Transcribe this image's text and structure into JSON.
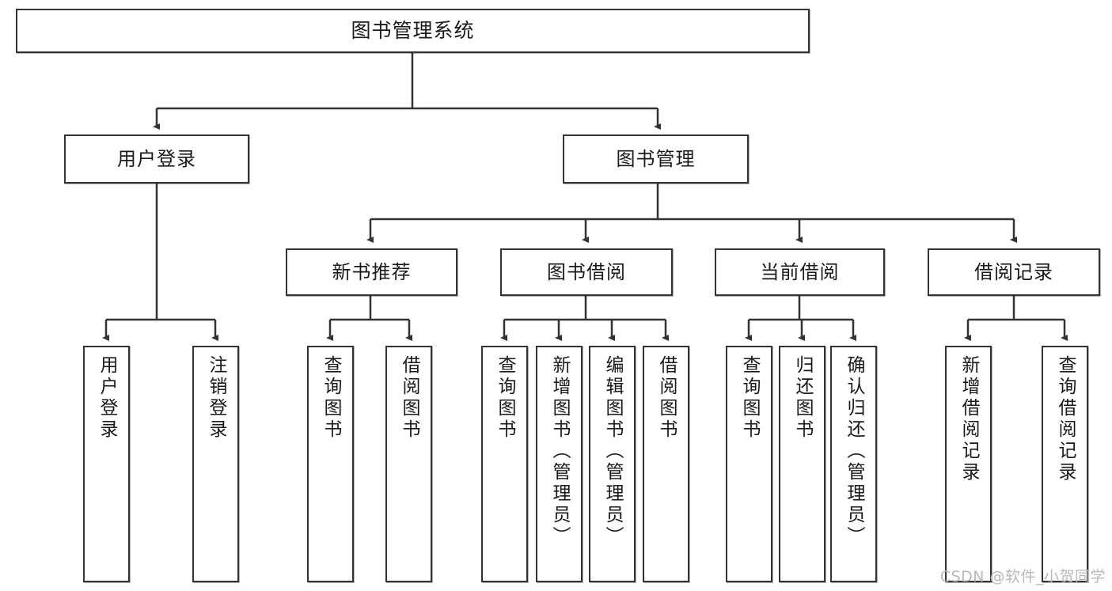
{
  "diagram": {
    "title": "图书管理系统",
    "type": "tree",
    "watermark": "CSDN @软件_小贺同学",
    "colors": {
      "stroke": "#333333",
      "fill": "#ffffff",
      "text": "#1a1a1a",
      "watermark": "#b9b9b9"
    },
    "nodes": {
      "root": {
        "label": "图书管理系统",
        "level": 1
      },
      "l2": [
        {
          "label": "用户登录",
          "level": 2
        },
        {
          "label": "图书管理",
          "level": 2
        }
      ],
      "l3": [
        {
          "label": "新书推荐",
          "level": 3
        },
        {
          "label": "图书借阅",
          "level": 3
        },
        {
          "label": "当前借阅",
          "level": 3
        },
        {
          "label": "借阅记录",
          "level": 3
        }
      ],
      "leaves": {
        "user_login": [
          {
            "label": "用户登录"
          },
          {
            "label": "注销登录"
          }
        ],
        "new_book": [
          {
            "label": "查询图书"
          },
          {
            "label": "借阅图书"
          }
        ],
        "book_borrow": [
          {
            "label": "查询图书"
          },
          {
            "label": "新增图书（管理员）"
          },
          {
            "label": "编辑图书（管理员）"
          },
          {
            "label": "借阅图书"
          }
        ],
        "current_borrow": [
          {
            "label": "查询图书"
          },
          {
            "label": "归还图书"
          },
          {
            "label": "确认归还（管理员）"
          }
        ],
        "borrow_record": [
          {
            "label": "新增借阅记录"
          },
          {
            "label": "查询借阅记录"
          }
        ]
      }
    }
  }
}
